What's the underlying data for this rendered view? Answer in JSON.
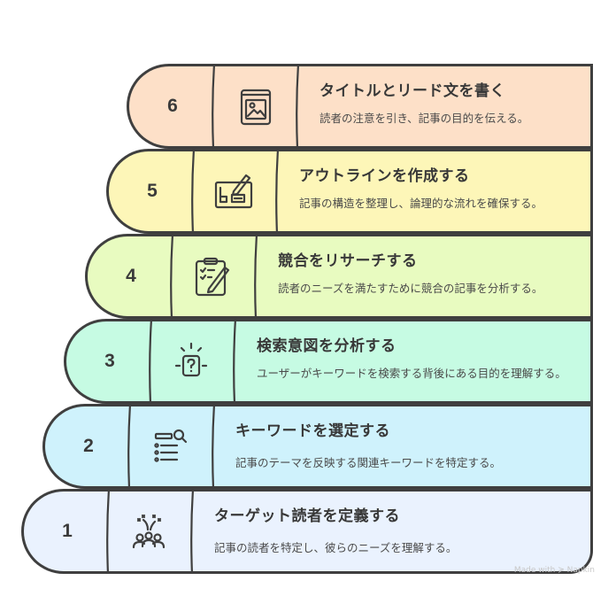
{
  "colors": {
    "outline": "#3f3f3f",
    "step6": "#fde0c8",
    "step5": "#fdf6b8",
    "step4": "#e8fbc0",
    "step3": "#c6fbe3",
    "step2": "#cff2fc",
    "step1": "#eaf2fe"
  },
  "steps": [
    {
      "number": "6",
      "icon": "framed-picture-icon",
      "title": "タイトルとリード文を書く",
      "desc": "読者の注意を引き、記事の目的を伝える。"
    },
    {
      "number": "5",
      "icon": "outline-edit-icon",
      "title": "アウトラインを作成する",
      "desc": "記事の構造を整理し、論理的な流れを確保する。"
    },
    {
      "number": "4",
      "icon": "clipboard-checklist-pencil-icon",
      "title": "競合をリサーチする",
      "desc": "読者のニーズを満たすために競合の記事を分析する。"
    },
    {
      "number": "3",
      "icon": "question-idea-icon",
      "title": "検索意図を分析する",
      "desc": "ユーザーがキーワードを検索する背後にある目的を理解する。"
    },
    {
      "number": "2",
      "icon": "search-list-icon",
      "title": "キーワードを選定する",
      "desc": "記事のテーマを反映する関連キーワードを特定する。"
    },
    {
      "number": "1",
      "icon": "audience-group-icon",
      "title": "ターゲット読者を定義する",
      "desc": "記事の読者を特定し、彼らのニーズを理解する。"
    }
  ],
  "credit": "Made with ≽ Napkin"
}
